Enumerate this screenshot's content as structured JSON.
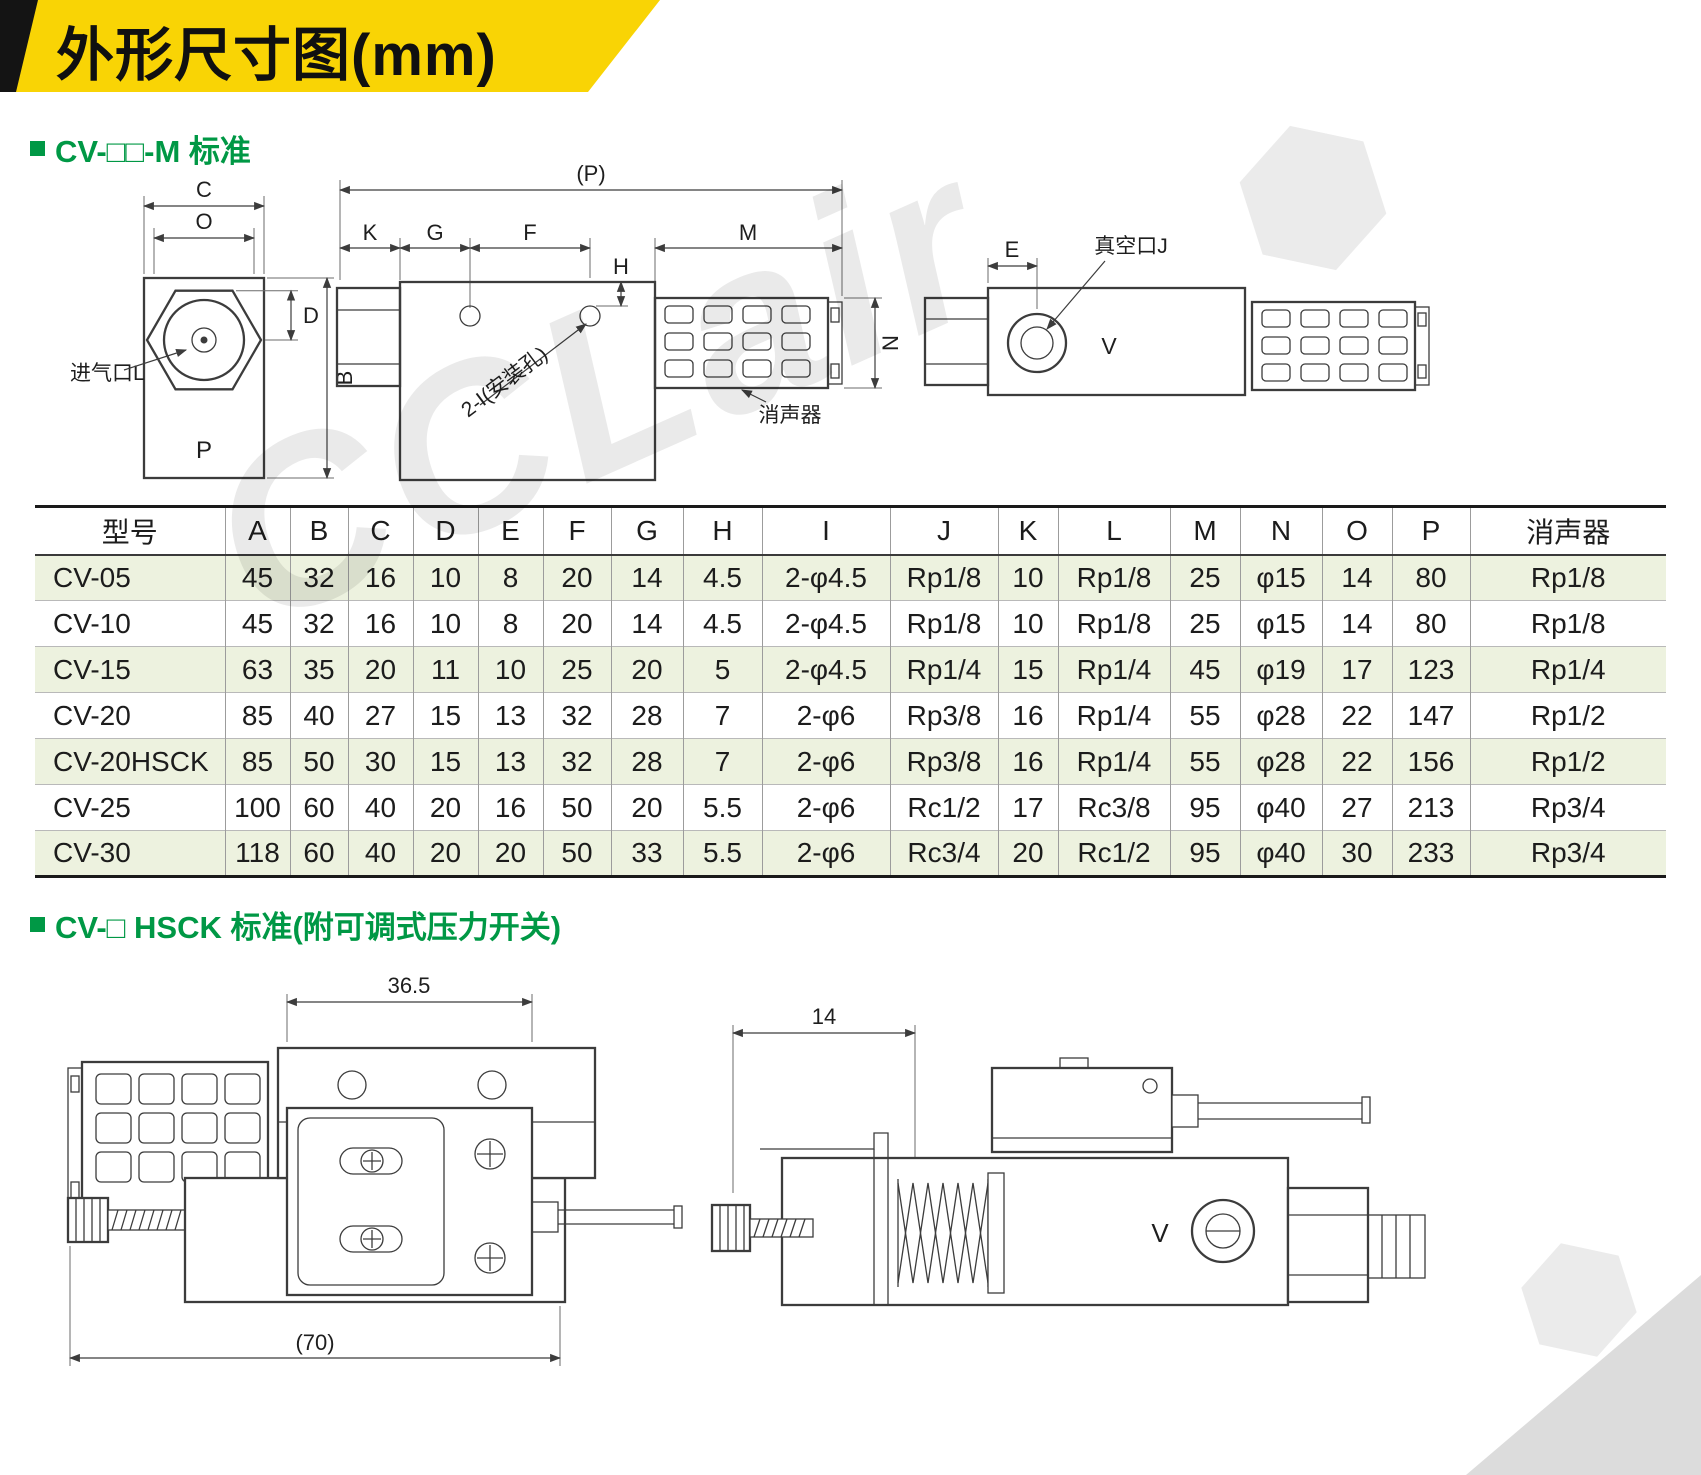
{
  "banner": {
    "title": "外形尺寸图(mm)"
  },
  "watermark": {
    "text": "CCLair"
  },
  "sections": {
    "standard": "CV-□□-M 标准",
    "hsck": "CV-□ HSCK 标准(附可调式压力开关)"
  },
  "drawing_front": {
    "dim_c": "C",
    "dim_o": "O",
    "dim_d": "D",
    "dim_b": "B",
    "port_mark": "P",
    "inlet_label": "进气口L"
  },
  "drawing_side": {
    "dim_p": "(P)",
    "dim_k": "K",
    "dim_g": "G",
    "dim_f": "F",
    "dim_h": "H",
    "dim_m": "M",
    "dim_n": "N",
    "mount_label": "2-I(安装孔)",
    "muffler_label": "消声器"
  },
  "drawing_end": {
    "dim_e": "E",
    "vacuum_label": "真空口J",
    "v_mark": "V"
  },
  "drawing_hsck_left": {
    "dim_top": "36.5",
    "dim_bottom": "(70)"
  },
  "drawing_hsck_right": {
    "dim_top": "14",
    "v_mark": "V"
  },
  "table": {
    "headers": [
      "型号",
      "A",
      "B",
      "C",
      "D",
      "E",
      "F",
      "G",
      "H",
      "I",
      "J",
      "K",
      "L",
      "M",
      "N",
      "O",
      "P",
      "消声器"
    ],
    "rows": [
      [
        "CV-05",
        "45",
        "32",
        "16",
        "10",
        "8",
        "20",
        "14",
        "4.5",
        "2-φ4.5",
        "Rp1/8",
        "10",
        "Rp1/8",
        "25",
        "φ15",
        "14",
        "80",
        "Rp1/8"
      ],
      [
        "CV-10",
        "45",
        "32",
        "16",
        "10",
        "8",
        "20",
        "14",
        "4.5",
        "2-φ4.5",
        "Rp1/8",
        "10",
        "Rp1/8",
        "25",
        "φ15",
        "14",
        "80",
        "Rp1/8"
      ],
      [
        "CV-15",
        "63",
        "35",
        "20",
        "11",
        "10",
        "25",
        "20",
        "5",
        "2-φ4.5",
        "Rp1/4",
        "15",
        "Rp1/4",
        "45",
        "φ19",
        "17",
        "123",
        "Rp1/4"
      ],
      [
        "CV-20",
        "85",
        "40",
        "27",
        "15",
        "13",
        "32",
        "28",
        "7",
        "2-φ6",
        "Rp3/8",
        "16",
        "Rp1/4",
        "55",
        "φ28",
        "22",
        "147",
        "Rp1/2"
      ],
      [
        "CV-20HSCK",
        "85",
        "50",
        "30",
        "15",
        "13",
        "32",
        "28",
        "7",
        "2-φ6",
        "Rp3/8",
        "16",
        "Rp1/4",
        "55",
        "φ28",
        "22",
        "156",
        "Rp1/2"
      ],
      [
        "CV-25",
        "100",
        "60",
        "40",
        "20",
        "16",
        "50",
        "20",
        "5.5",
        "2-φ6",
        "Rc1/2",
        "17",
        "Rc3/8",
        "95",
        "φ40",
        "27",
        "213",
        "Rp3/4"
      ],
      [
        "CV-30",
        "118",
        "60",
        "40",
        "20",
        "20",
        "50",
        "33",
        "5.5",
        "2-φ6",
        "Rc3/4",
        "20",
        "Rc1/2",
        "95",
        "φ40",
        "30",
        "233",
        "Rp3/4"
      ]
    ]
  },
  "colors": {
    "accent_yellow": "#f9d405",
    "accent_green": "#009845",
    "row_green": "#edf2df"
  }
}
